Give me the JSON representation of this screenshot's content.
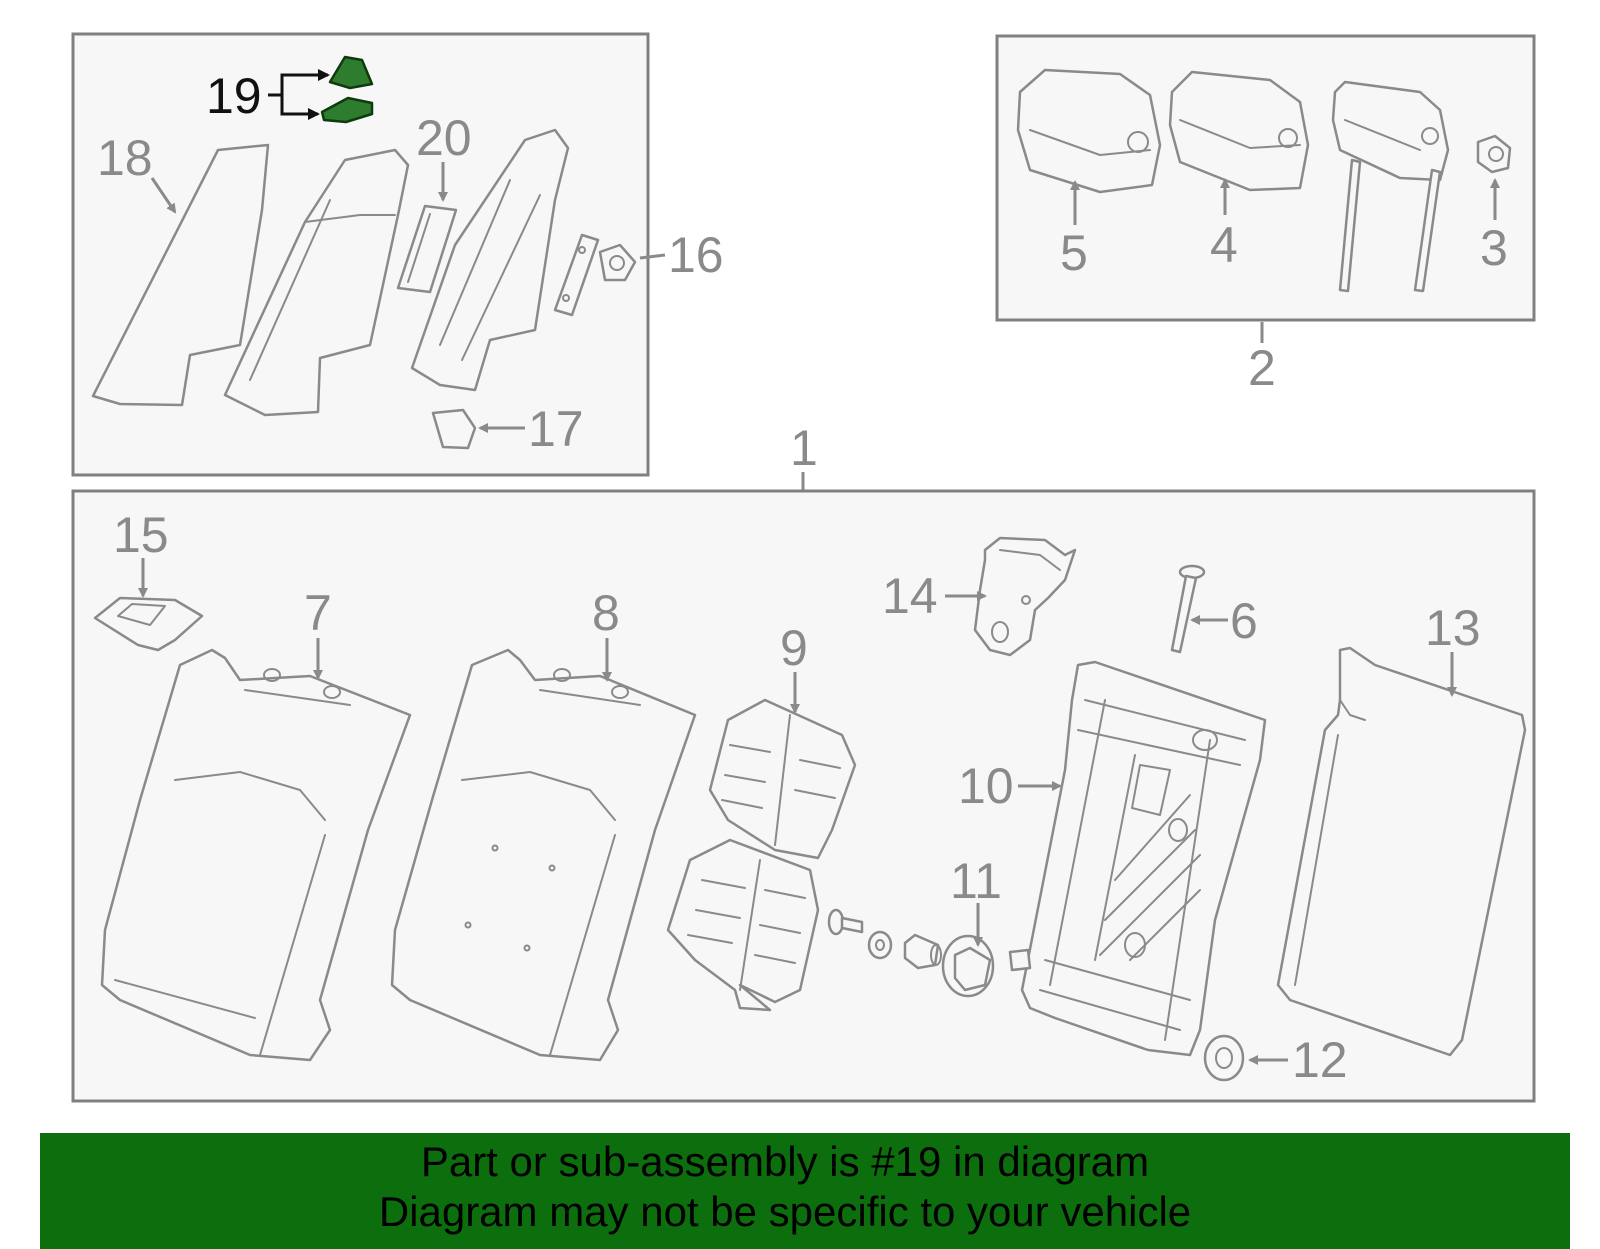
{
  "diagram": {
    "callouts": {
      "c1": "1",
      "c2": "2",
      "c3": "3",
      "c4": "4",
      "c5": "5",
      "c6": "6",
      "c7": "7",
      "c8": "8",
      "c9": "9",
      "c10": "10",
      "c11": "11",
      "c12": "12",
      "c13": "13",
      "c14": "14",
      "c15": "15",
      "c16": "16",
      "c17": "17",
      "c18": "18",
      "c19": "19",
      "c20": "20"
    },
    "highlighted_part": "19",
    "highlight_color": "#2e7d2e"
  },
  "footer": {
    "line1": "Part or sub-assembly is #19 in diagram",
    "line2": "Diagram may not be specific to your vehicle",
    "background": "#0d6e0d"
  }
}
